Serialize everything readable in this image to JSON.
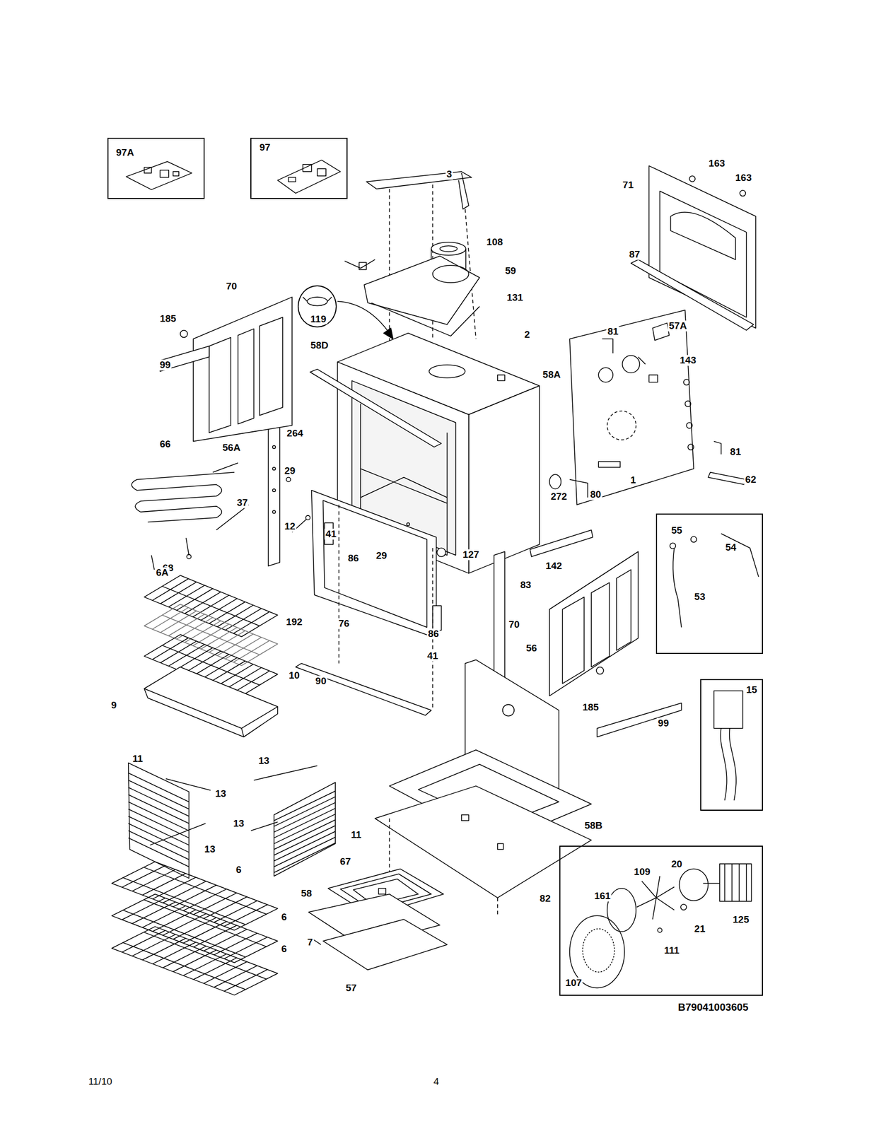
{
  "diagram": {
    "nodes": [
      {
        "text": [
          "97A"
        ]
      },
      {
        "text": [
          "97"
        ]
      },
      {
        "text": [
          "119"
        ]
      },
      {
        "text": [
          "55",
          "54",
          "53"
        ]
      },
      {
        "text": [
          "15"
        ]
      },
      {
        "text": [
          "20",
          "109",
          "161",
          "125",
          "21",
          "111",
          "107"
        ]
      }
    ],
    "labels": [
      "3",
      "163",
      "163",
      "71",
      "108",
      "87",
      "59",
      "70",
      "131",
      "185",
      "81",
      "57A",
      "2",
      "58D",
      "143",
      "99",
      "58A",
      "264",
      "56A",
      "66",
      "81",
      "29",
      "1",
      "62",
      "80",
      "272",
      "37",
      "12",
      "41",
      "29",
      "127",
      "86",
      "142",
      "68",
      "6A",
      "83",
      "192",
      "76",
      "70",
      "86",
      "56",
      "41",
      "10",
      "90",
      "9",
      "185",
      "99",
      "11",
      "13",
      "13",
      "13",
      "58B",
      "11",
      "13",
      "67",
      "6",
      "58",
      "82",
      "6",
      "7",
      "6",
      "57",
      "B79041003605",
      "11/10",
      "4"
    ]
  }
}
